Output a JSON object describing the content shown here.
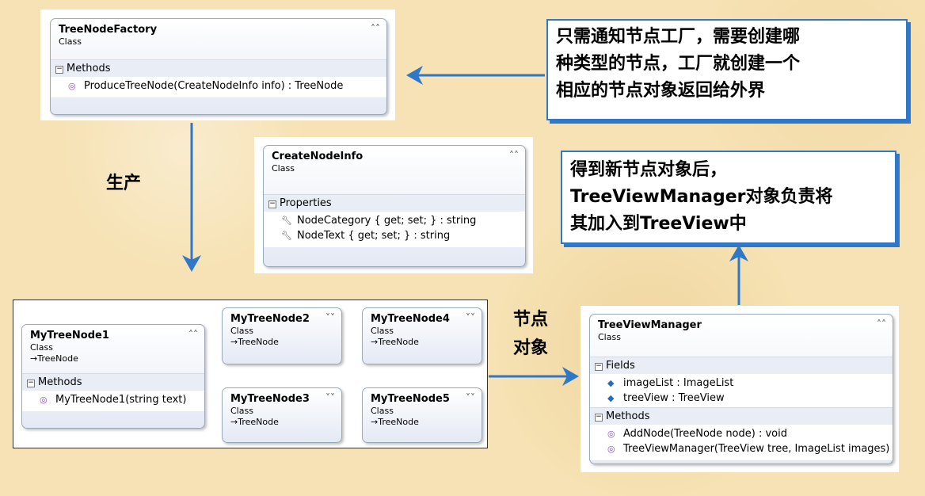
{
  "factory": {
    "name": "TreeNodeFactory",
    "kind": "Class",
    "section": "Methods",
    "members": [
      "ProduceTreeNode(CreateNodeInfo info) : TreeNode"
    ]
  },
  "info": {
    "name": "CreateNodeInfo",
    "kind": "Class",
    "section": "Properties",
    "members": [
      "NodeCategory { get; set; } : string",
      "NodeText { get; set; } : string"
    ]
  },
  "node1": {
    "name": "MyTreeNode1",
    "kind": "Class",
    "base": "TreeNode",
    "section": "Methods",
    "members": [
      "MyTreeNode1(string text)"
    ]
  },
  "node2": {
    "name": "MyTreeNode2",
    "kind": "Class",
    "base": "TreeNode"
  },
  "node3": {
    "name": "MyTreeNode3",
    "kind": "Class",
    "base": "TreeNode"
  },
  "node4": {
    "name": "MyTreeNode4",
    "kind": "Class",
    "base": "TreeNode"
  },
  "node5": {
    "name": "MyTreeNode5",
    "kind": "Class",
    "base": "TreeNode"
  },
  "manager": {
    "name": "TreeViewManager",
    "kind": "Class",
    "fields_section": "Fields",
    "fields": [
      "imageList : ImageList",
      "treeView : TreeView"
    ],
    "methods_section": "Methods",
    "methods": [
      "AddNode(TreeNode node) : void",
      "TreeViewManager(TreeView tree, ImageList images)"
    ]
  },
  "callout_factory": {
    "lines": [
      "只需通知节点工厂，需要创建哪",
      "种类型的节点，工厂就创建一个",
      "相应的节点对象返回给外界"
    ]
  },
  "callout_manager": {
    "lines": [
      "得到新节点对象后，",
      "TreeViewManager对象负责将",
      "其加入到TreeView中"
    ]
  },
  "label_produce": "生产",
  "label_node_obj": [
    "节点",
    "对象"
  ],
  "icons": {
    "method": "method-icon",
    "field": "field-icon",
    "property": "wrench-icon",
    "collapse": "chevron-up-double-icon",
    "expand": "chevron-down-double-icon",
    "inherit": "inheritance-arrow-icon",
    "section_toggle": "minus-box-icon"
  },
  "colors": {
    "arrow": "#2f78c8",
    "background": "#f6e2b4",
    "class_border": "#9aa8bc"
  }
}
